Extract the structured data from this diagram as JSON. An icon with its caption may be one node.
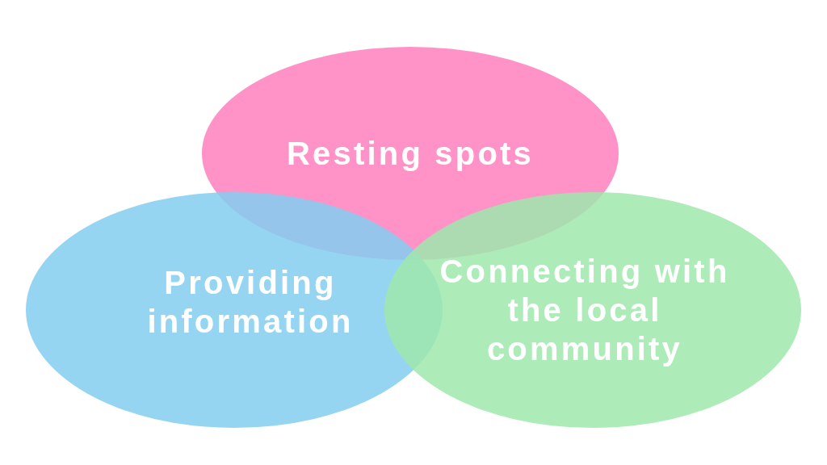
{
  "diagram": {
    "nodes": [
      {
        "text": [
          "Resting spots"
        ]
      },
      {
        "text": [
          "Providing information"
        ]
      },
      {
        "text": [
          "Connecting with the local community"
        ]
      }
    ]
  }
}
